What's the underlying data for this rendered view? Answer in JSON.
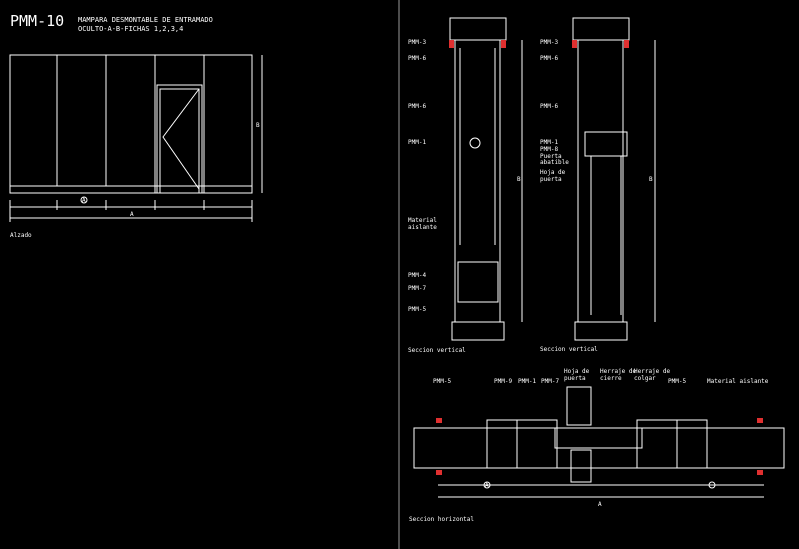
{
  "header": {
    "code": "PMM-10",
    "line1": "MAMPARA DESMONTABLE DE ENTRAMADO",
    "line2": "OCULTO-A-B-FICHAS 1,2,3,4"
  },
  "elevation": {
    "caption": "Alzado",
    "dim_a": "A",
    "dim_b": "B",
    "module_label": "A"
  },
  "section_v1": {
    "caption": "Seccion vertical",
    "dim_b": "B",
    "labels": [
      "PMM-3",
      "PMM-6",
      "PMM-6",
      "PMM-1",
      "Material\naislante",
      "PMM-4",
      "PMM-7",
      "PMM-5"
    ]
  },
  "section_v2": {
    "caption": "Seccion vertical",
    "dim_b": "B",
    "labels": [
      "PMM-3",
      "PMM-6",
      "PMM-6",
      "PMM-1",
      "PMM-8",
      "Puerta\nabatible",
      "Hoja de\npuerta"
    ]
  },
  "section_h": {
    "caption": "Seccion horizontal",
    "dim_a": "A",
    "module_label": "A",
    "labels": [
      "PMM-5",
      "PMM-9",
      "PMM-1",
      "PMM-7",
      "Hoja de\npuerta",
      "Herraje de\ncierre",
      "Herraje de\ncolgar",
      "PMM-5",
      "Material aislante"
    ]
  },
  "colors": {
    "background": "#000000",
    "line": "#ffffff",
    "accent": "#e03030",
    "grey": "#9a9a9a"
  }
}
